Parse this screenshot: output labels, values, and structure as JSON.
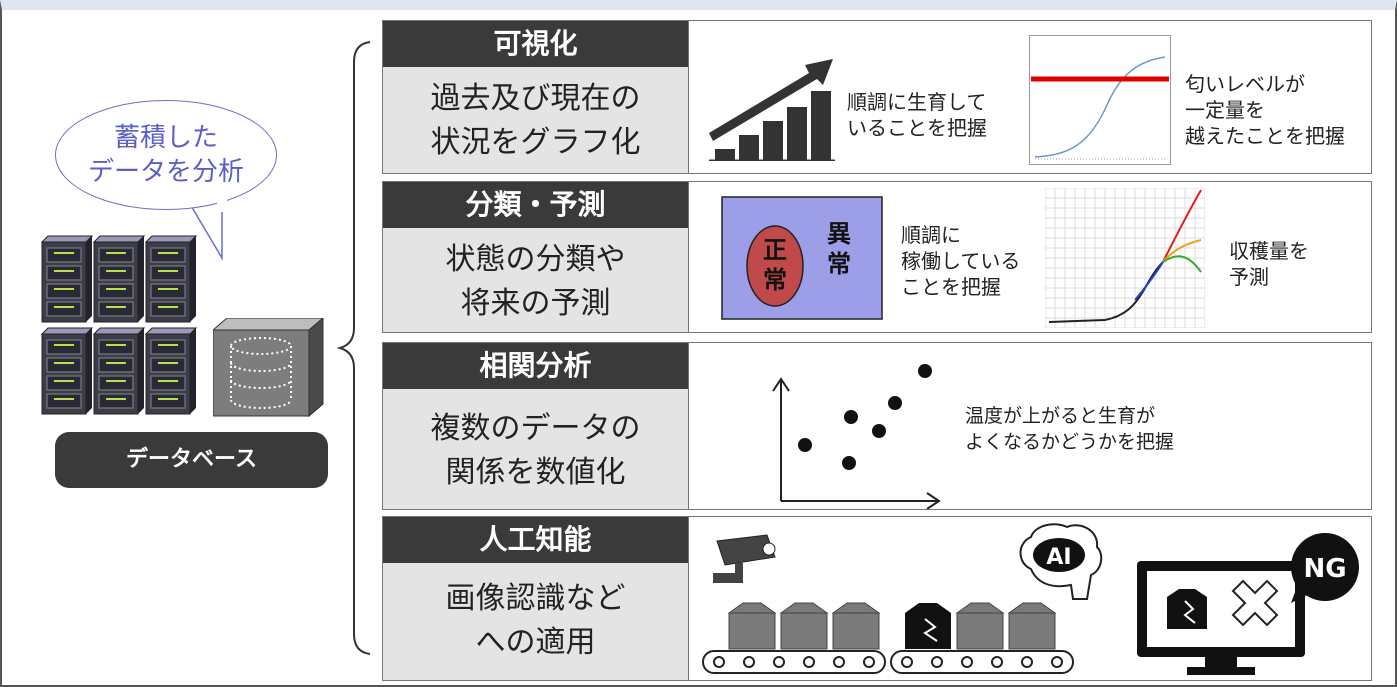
{
  "database": {
    "bubble_line1": "蓄積した",
    "bubble_line2": "データを分析",
    "label": "データベース"
  },
  "rows": [
    {
      "title": "可視化",
      "desc_line1": "過去及び現在の",
      "desc_line2": "状況をグラフ化",
      "note1": [
        "順調に生育して",
        "いることを把握"
      ],
      "note2": [
        "匂いレベルが",
        "一定量を",
        "越えたことを把握"
      ]
    },
    {
      "title": "分類・予測",
      "desc_line1": "状態の分類や",
      "desc_line2": "将来の予測",
      "box_left": [
        "正",
        "常"
      ],
      "box_right": [
        "異",
        "常"
      ],
      "note1": [
        "順調に",
        "稼働している",
        "ことを把握"
      ],
      "note2": [
        "収穫量を",
        "予測"
      ]
    },
    {
      "title": "相関分析",
      "desc_line1": "複数のデータの",
      "desc_line2": "関係を数値化",
      "note1": [
        "温度が上がると生育が",
        "よくなるかどうかを把握"
      ]
    },
    {
      "title": "人工知能",
      "desc_line1": "画像認識など",
      "desc_line2": "への適用",
      "ai_badge": "AI",
      "ng_badge": "NG"
    }
  ],
  "colors": {
    "dark": "#3a3a3a",
    "bubble": "#5b5fc7",
    "threshold": "#e00000",
    "curve_blue": "#6e9ac8"
  }
}
